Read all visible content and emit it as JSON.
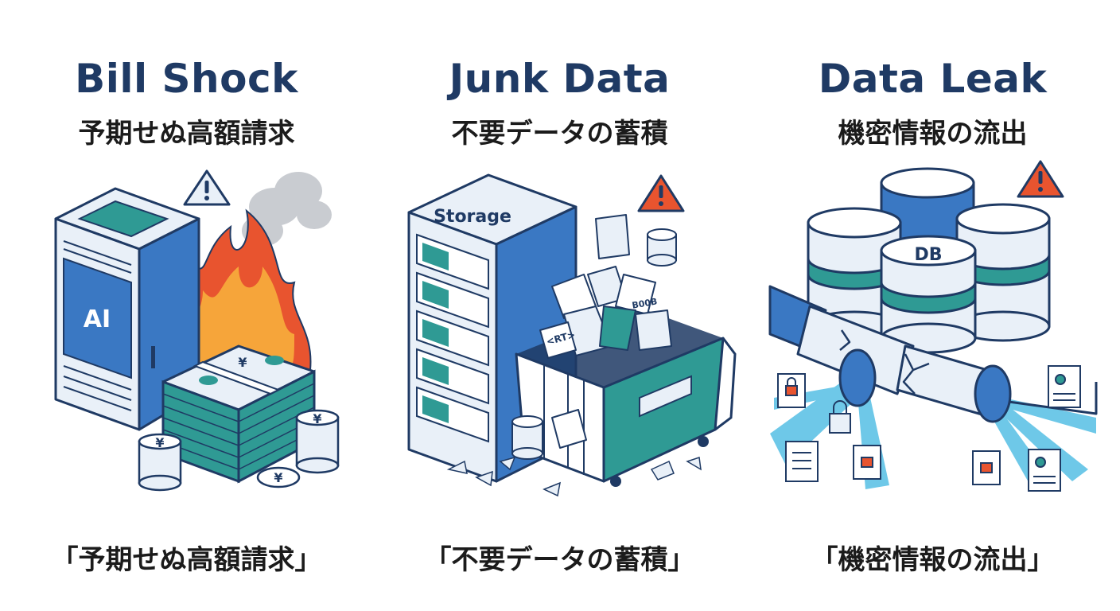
{
  "panels": [
    {
      "title_en": "Bill Shock",
      "title_ja": "予期せぬ高額請求",
      "caption": "「予期せぬ高額請求」",
      "server_label": "AI",
      "coin_symbol": "¥"
    },
    {
      "title_en": "Junk Data",
      "title_ja": "不要データの蓄積",
      "caption": "「不要データの蓄積」",
      "server_label": "Storage",
      "file_tag_1": "<RT>",
      "file_tag_2": "B00B"
    },
    {
      "title_en": "Data Leak",
      "title_ja": "機密情報の流出",
      "caption": "「機密情報の流出」",
      "db_label": "DB"
    }
  ],
  "icons": {
    "warning": "warning-icon",
    "fire": "fire-icon",
    "smoke": "smoke-icon",
    "money": "money-stack-icon",
    "coin": "yen-coin-icon",
    "server": "server-icon",
    "dumpster": "dumpster-icon",
    "database": "database-icon",
    "pipe": "broken-pipe-icon",
    "lock": "lock-document-icon",
    "profile": "profile-document-icon"
  },
  "colors": {
    "title": "#1f3a64",
    "outline": "#1f3a64",
    "blue": "#3a78c3",
    "teal": "#2f9a94",
    "light": "#e9f0f8",
    "fire_red": "#e8542f",
    "fire_orange": "#f6a53a",
    "smoke": "#c9ccd1",
    "water": "#5fc3e6",
    "warning": "#e8542f"
  }
}
